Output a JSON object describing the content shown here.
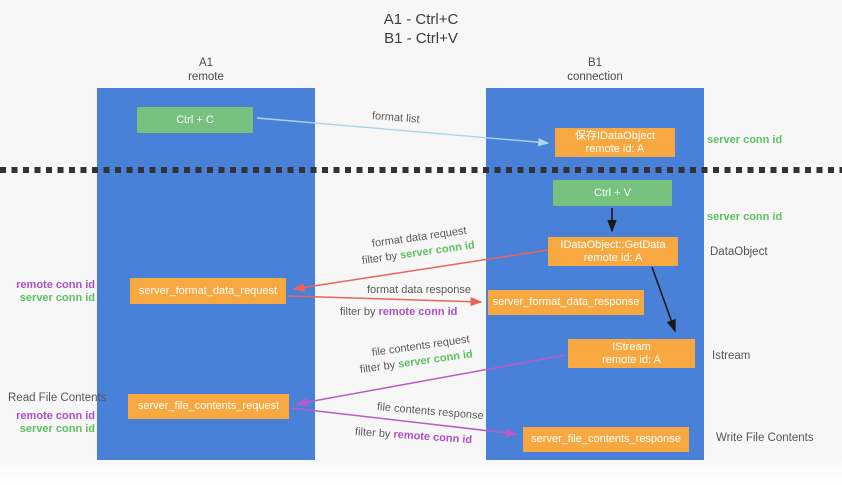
{
  "title": {
    "line1": "A1 - Ctrl+C",
    "line2": "B1 - Ctrl+V"
  },
  "lanes": {
    "a1": {
      "name": "A1",
      "role": "remote"
    },
    "b1": {
      "name": "B1",
      "role": "connection"
    }
  },
  "nodes": {
    "ctrl_c": {
      "label": "Ctrl + C"
    },
    "ctrl_v": {
      "label": "Ctrl + V"
    },
    "save_dataobject": {
      "line1": "保存IDataObject",
      "line2": "remote id: A"
    },
    "getdata": {
      "line1": "IDataObject::GetData",
      "line2": "remote id: A"
    },
    "istream": {
      "line1": "IStream",
      "line2": "remote id: A"
    },
    "format_request": {
      "label": "server_format_data_request"
    },
    "format_response": {
      "label": "server_format_data_response"
    },
    "file_request": {
      "label": "server_file_contents_request"
    },
    "file_response": {
      "label": "server_file_contents_response"
    }
  },
  "annotations": {
    "server_conn_id_top": "server conn id",
    "server_conn_id_mid": "server conn id",
    "dataobject": "DataObject",
    "istream": "Istream",
    "write_file_contents": "Write File Contents",
    "read_file_contents": "Read File Contents",
    "left_top": {
      "remote": "remote conn id",
      "server": "server conn id"
    },
    "left_bottom": {
      "remote": "remote conn id",
      "server": "server conn id"
    }
  },
  "arrows": {
    "format_list": {
      "label": "format list"
    },
    "format_data_request": {
      "label": "format data request",
      "filter_prefix": "filter by",
      "filter_key": "server conn id"
    },
    "format_data_response": {
      "label": "format data response",
      "filter_prefix": "filter by",
      "filter_key": "remote conn id"
    },
    "file_contents_request": {
      "label": "file contents request",
      "filter_prefix": "filter by",
      "filter_key": "server conn id"
    },
    "file_contents_response": {
      "label": "file contents response",
      "filter_prefix": "filter by",
      "filter_key": "remote conn id"
    }
  },
  "colors": {
    "lane_blue": "#4a81d8",
    "box_green": "#77c27e",
    "box_orange": "#f7a841",
    "green_text": "#5fbf61",
    "purple_text": "#ae4fc8",
    "arrow_blue": "#a9d5f1",
    "arrow_red": "#e9635b",
    "arrow_purple": "#bb5bc8",
    "arrow_black": "#1a1a1a"
  }
}
